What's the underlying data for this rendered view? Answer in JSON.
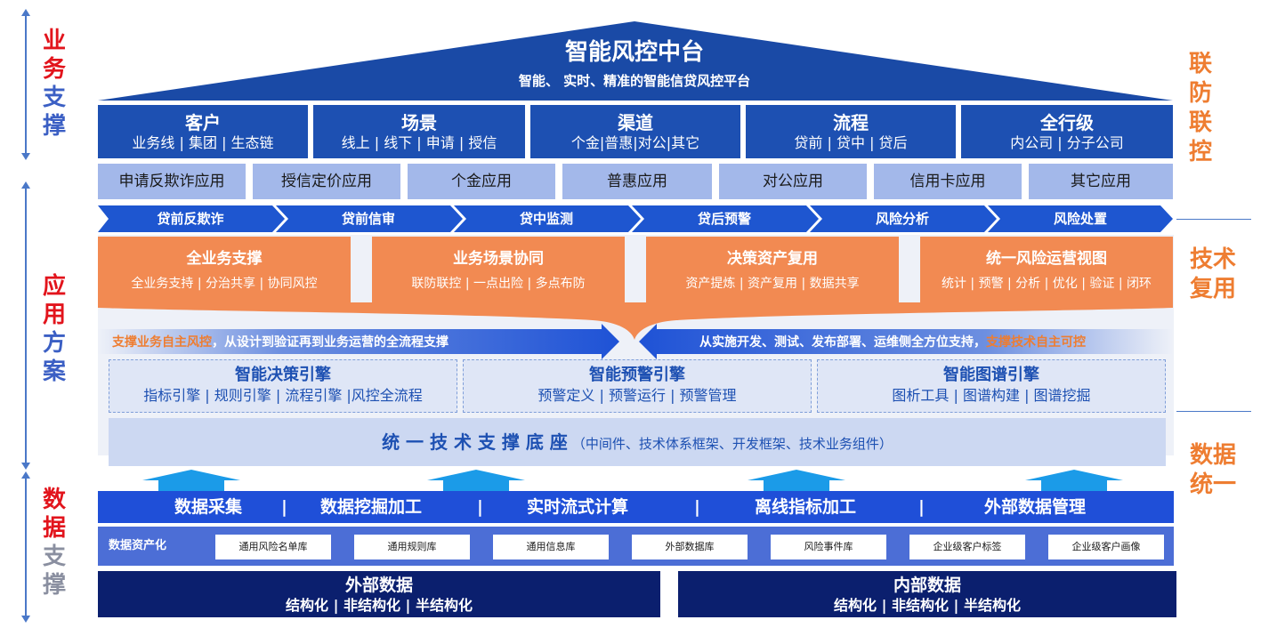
{
  "left_labels": {
    "business": [
      "业",
      "务",
      "支",
      "撑"
    ],
    "application": [
      "应",
      "用",
      "方",
      "案"
    ],
    "data": [
      "数",
      "据",
      "支",
      "撑"
    ]
  },
  "right_labels": {
    "joint": [
      "联",
      "防",
      "联",
      "控"
    ],
    "tech": [
      "技术",
      "复用"
    ],
    "data": [
      "数据",
      "统一"
    ]
  },
  "roof": {
    "title": "智能风控中台",
    "subtitle": "智能、 实时、精准的智能信贷风控平台"
  },
  "dimensions": [
    {
      "title": "客户",
      "sub": "业务线 | 集团 | 生态链"
    },
    {
      "title": "场景",
      "sub": "线上 | 线下 | 申请 | 授信"
    },
    {
      "title": "渠道",
      "sub": "个金|普惠|对公|其它"
    },
    {
      "title": "流程",
      "sub": "贷前 | 贷中 | 贷后"
    },
    {
      "title": "全行级",
      "sub": "内公司 | 分子公司"
    }
  ],
  "applications": [
    "申请反欺诈应用",
    "授信定价应用",
    "个金应用",
    "普惠应用",
    "对公应用",
    "信用卡应用",
    "其它应用"
  ],
  "stages": [
    "贷前反欺诈",
    "贷前信审",
    "贷中监测",
    "贷后预警",
    "风险分析",
    "风险处置"
  ],
  "capabilities": [
    {
      "title": "全业务支撑",
      "sub": "全业务支持 | 分治共享 | 协同风控"
    },
    {
      "title": "业务场景协同",
      "sub": "联防联控 | 一点出险 | 多点布防"
    },
    {
      "title": "决策资产复用",
      "sub": "资产提炼 | 资产复用 | 数据共享"
    },
    {
      "title": "统一风险运营视图",
      "sub": "统计 | 预警 | 分析 | 优化 | 验证 | 闭环"
    }
  ],
  "support_left": {
    "highlight": "支撑业务自主风控",
    "text": "，从设计到验证再到业务运营的全流程支撑"
  },
  "support_right": {
    "text": "从实施开发、测试、发布部署、运维侧全方位支持，",
    "highlight": "支撑技术自主可控"
  },
  "engines": [
    {
      "title": "智能决策引擎",
      "sub": "指标引擎 | 规则引擎 | 流程引擎 |风控全流程"
    },
    {
      "title": "智能预警引擎",
      "sub": "预警定义  |  预警运行  |  预警管理"
    },
    {
      "title": "智能图谱引擎",
      "sub": "图析工具  |  图谱构建  |  图谱挖掘"
    }
  ],
  "base": {
    "title": "统 一 技 术 支 撑 底 座",
    "note": "（中间件、技术体系框架、开发框架、技术业务组件）"
  },
  "data_processing": [
    "数据采集",
    "数据挖掘加工",
    "实时流式计算",
    "离线指标加工",
    "外部数据管理"
  ],
  "separator": "|",
  "asset": {
    "label": "数据资产化",
    "items": [
      "通用风险名单库",
      "通用规则库",
      "通用信息库",
      "外部数据库",
      "风险事件库",
      "企业级客户标签",
      "企业级客户画像"
    ]
  },
  "sources": [
    {
      "title": "外部数据",
      "sub": "结构化  |  非结构化  |  半结构化"
    },
    {
      "title": "内部数据",
      "sub": "结构化  |  非结构化  |  半结构化"
    }
  ],
  "colors": {
    "dark_blue": "#1d50b2",
    "orange": "#f28a52",
    "light_blue": "#a3b8ea",
    "navy": "#0b1f6e",
    "red_label": "#e2141c"
  }
}
